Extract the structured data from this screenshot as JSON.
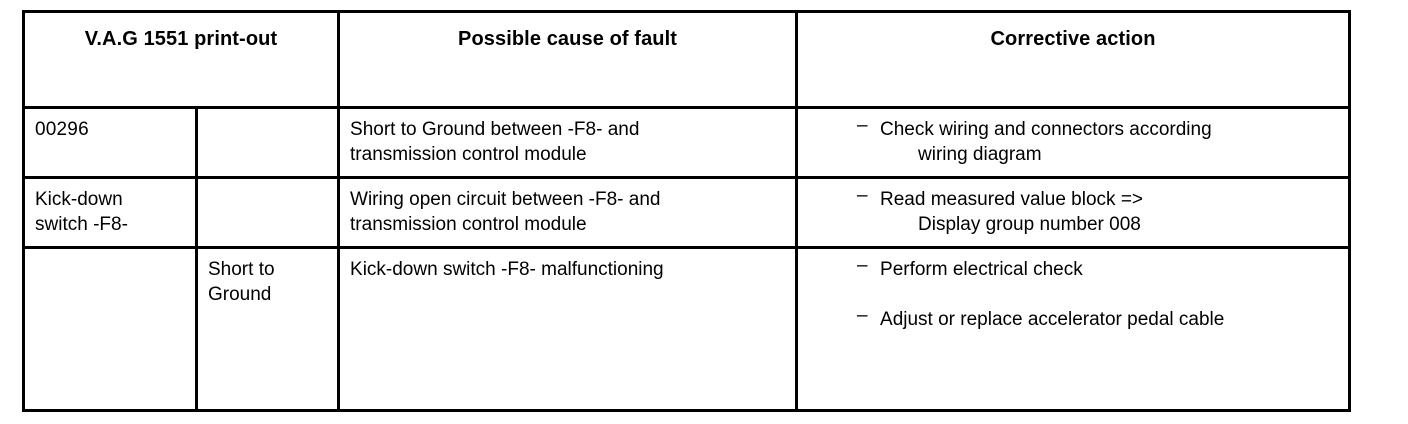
{
  "table": {
    "headers": [
      {
        "label": "V.A.G 1551 print-out",
        "colspan": 2
      },
      {
        "label": "Possible cause of fault",
        "colspan": 1
      },
      {
        "label": "Corrective action",
        "colspan": 1
      }
    ],
    "rows": [
      {
        "printout_code": "00296",
        "printout_detail": "",
        "possible_cause": "Short to Ground between -F8- and\ntransmission control module",
        "corrective_actions": [
          {
            "marker": "–",
            "text": "Check wiring and connectors according",
            "sub_text": "wiring diagram"
          }
        ]
      },
      {
        "printout_code": "Kick-down\nswitch -F8-",
        "printout_detail": "",
        "possible_cause": "Wiring open circuit between -F8- and\ntransmission control module",
        "corrective_actions": [
          {
            "marker": "–",
            "text": "Read measured value block =>",
            "sub_text": "Display group number 008"
          }
        ]
      },
      {
        "printout_code": "",
        "printout_detail": "Short to\nGround",
        "possible_cause": "Kick-down switch -F8- malfunctioning",
        "corrective_actions": [
          {
            "marker": "–",
            "text": "Perform electrical check",
            "sub_text": ""
          },
          {
            "marker": "–",
            "text": "Adjust or replace accelerator pedal cable",
            "sub_text": ""
          }
        ]
      }
    ]
  },
  "style": {
    "border_color": "#000000",
    "text_color": "#000000",
    "background": "#ffffff"
  }
}
